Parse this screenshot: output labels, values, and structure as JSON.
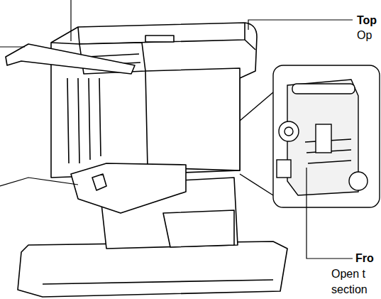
{
  "diagram": {
    "labels": [
      "Top",
      "Op",
      "Fro",
      "Open t",
      "section"
    ]
  }
}
